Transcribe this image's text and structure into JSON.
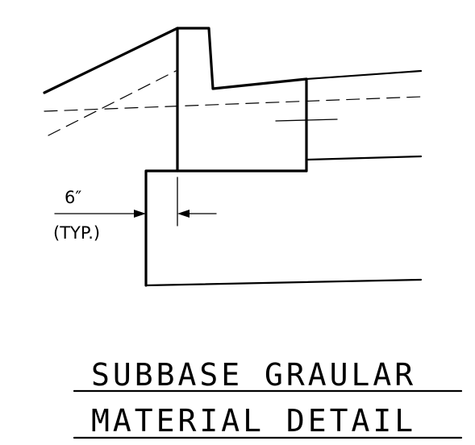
{
  "diagram": {
    "dimension": {
      "value": "6″",
      "note": "(TYP.)"
    },
    "title": {
      "line1": "SUBBASE GRAULAR",
      "line2": "MATERIAL DETAIL"
    }
  }
}
